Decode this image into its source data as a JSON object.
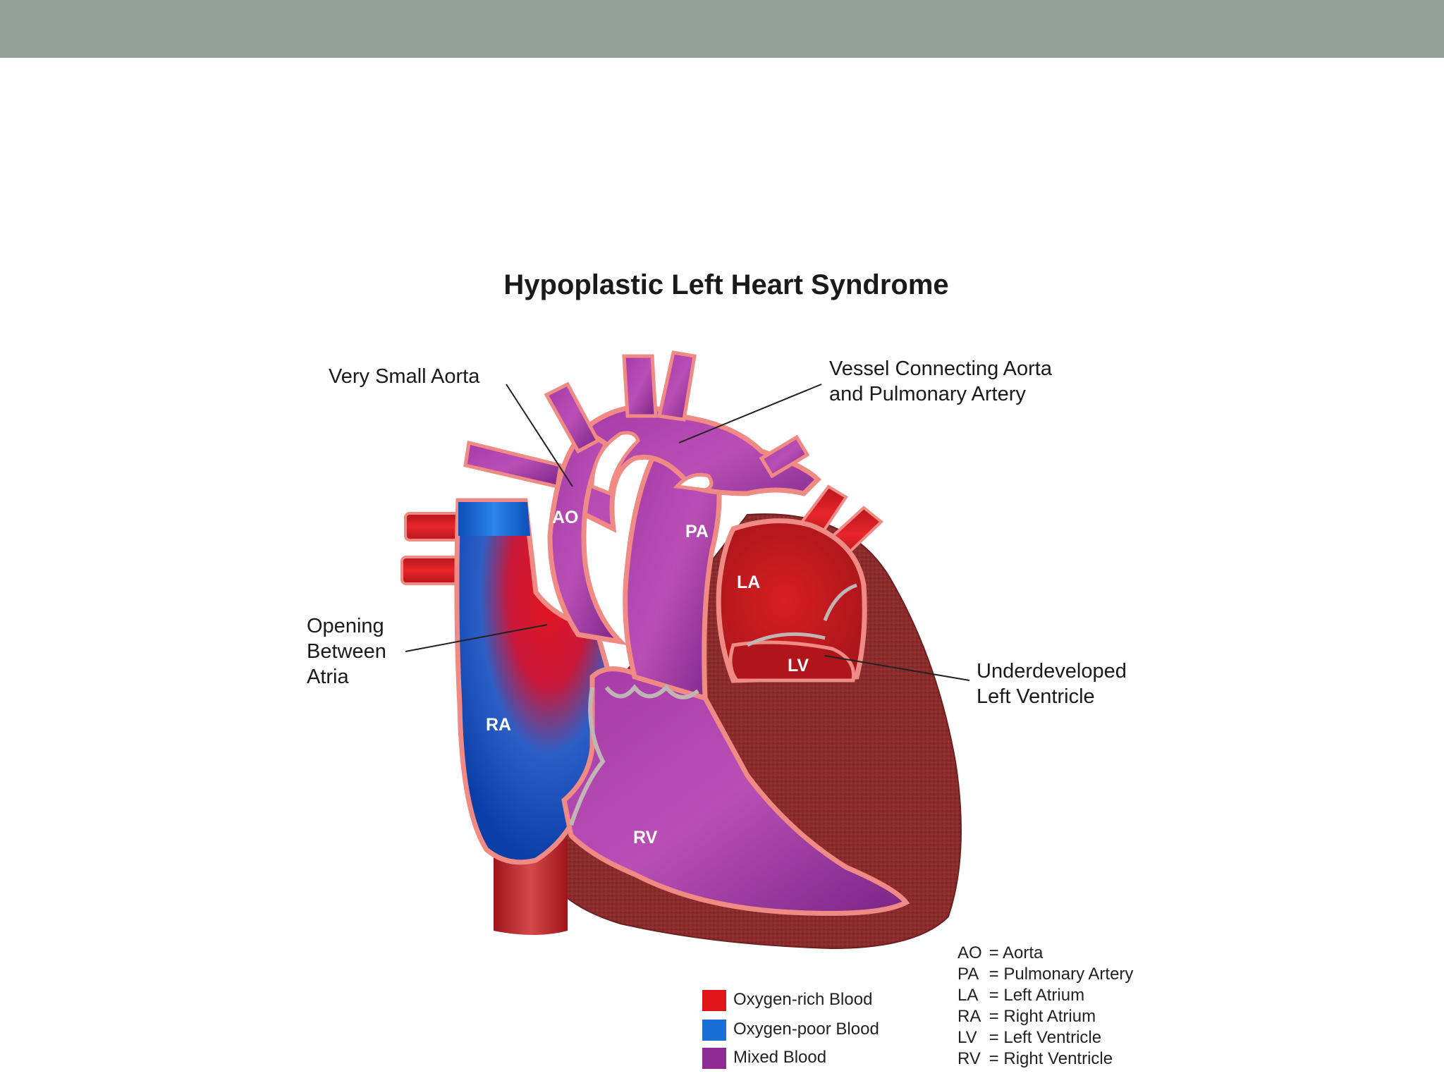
{
  "title": "Hypoplastic Left Heart Syndrome",
  "callouts": {
    "very_small_aorta": "Very Small Aorta",
    "vessel_connecting_line1": "Vessel Connecting Aorta",
    "vessel_connecting_line2": "and Pulmonary Artery",
    "opening_line1": "Opening",
    "opening_line2": "Between",
    "opening_line3": "Atria",
    "underdeveloped_line1": "Underdeveloped",
    "underdeveloped_line2": "Left Ventricle"
  },
  "parts": {
    "ao": "AO",
    "pa": "PA",
    "la": "LA",
    "lv": "LV",
    "ra": "RA",
    "rv": "RV"
  },
  "legend": [
    {
      "label": "Oxygen-rich Blood",
      "color": "#e0161c"
    },
    {
      "label": "Oxygen-poor Blood",
      "color": "#1a6fd6"
    },
    {
      "label": "Mixed Blood",
      "color": "#8e2a94"
    }
  ],
  "abbreviations": [
    {
      "code": "AO",
      "meaning": "= Aorta"
    },
    {
      "code": "PA",
      "meaning": "= Pulmonary Artery"
    },
    {
      "code": "LA",
      "meaning": "= Left Atrium"
    },
    {
      "code": "RA",
      "meaning": "= Right Atrium"
    },
    {
      "code": "LV",
      "meaning": "= Left Ventricle"
    },
    {
      "code": "RV",
      "meaning": "= Right Ventricle"
    }
  ],
  "colors": {
    "header_bar": "#93a199",
    "muscle": "#8a2a2a",
    "outline": "#f08a84",
    "oxygen_rich": "#e0161c",
    "oxygen_poor": "#1a6fd6",
    "mixed": "#8e2a94"
  }
}
